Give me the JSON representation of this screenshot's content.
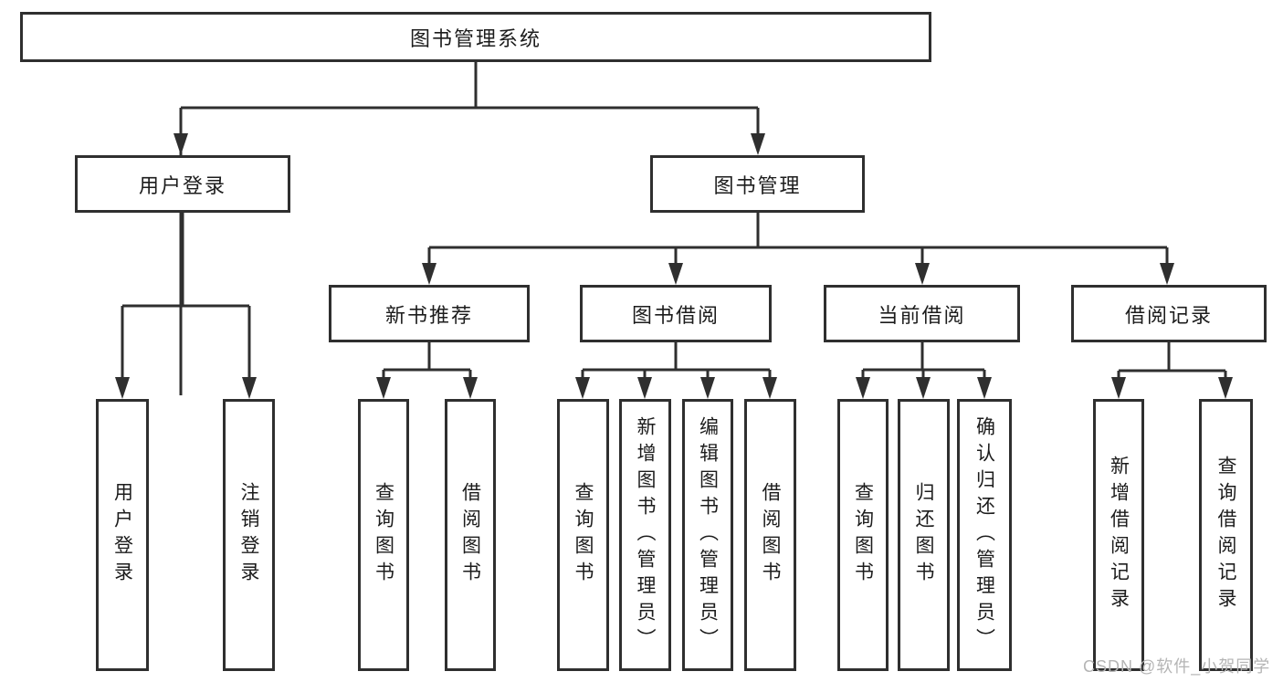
{
  "tree": {
    "root": {
      "label": "图书管理系统"
    },
    "branches": [
      {
        "label": "用户登录",
        "children": [
          {
            "label": "用户登录"
          },
          {
            "label": "注销登录"
          }
        ]
      },
      {
        "label": "图书管理",
        "children": [
          {
            "label": "新书推荐",
            "children": [
              {
                "label": "查询图书"
              },
              {
                "label": "借阅图书"
              }
            ]
          },
          {
            "label": "图书借阅",
            "children": [
              {
                "label": "查询图书"
              },
              {
                "label": "新增图书（管理员）"
              },
              {
                "label": "编辑图书（管理员）"
              },
              {
                "label": "借阅图书"
              }
            ]
          },
          {
            "label": "当前借阅",
            "children": [
              {
                "label": "查询图书"
              },
              {
                "label": "归还图书"
              },
              {
                "label": "确认归还（管理员）"
              }
            ]
          },
          {
            "label": "借阅记录",
            "children": [
              {
                "label": "新增借阅记录"
              },
              {
                "label": "查询借阅记录"
              }
            ]
          }
        ]
      }
    ]
  },
  "watermark": {
    "text": "CSDN @软件_小贺同学"
  },
  "colors": {
    "line": "#2f2f2f",
    "text": "#1c1c1c",
    "bg": "#ffffff",
    "watermark": "#b5b5b5"
  }
}
